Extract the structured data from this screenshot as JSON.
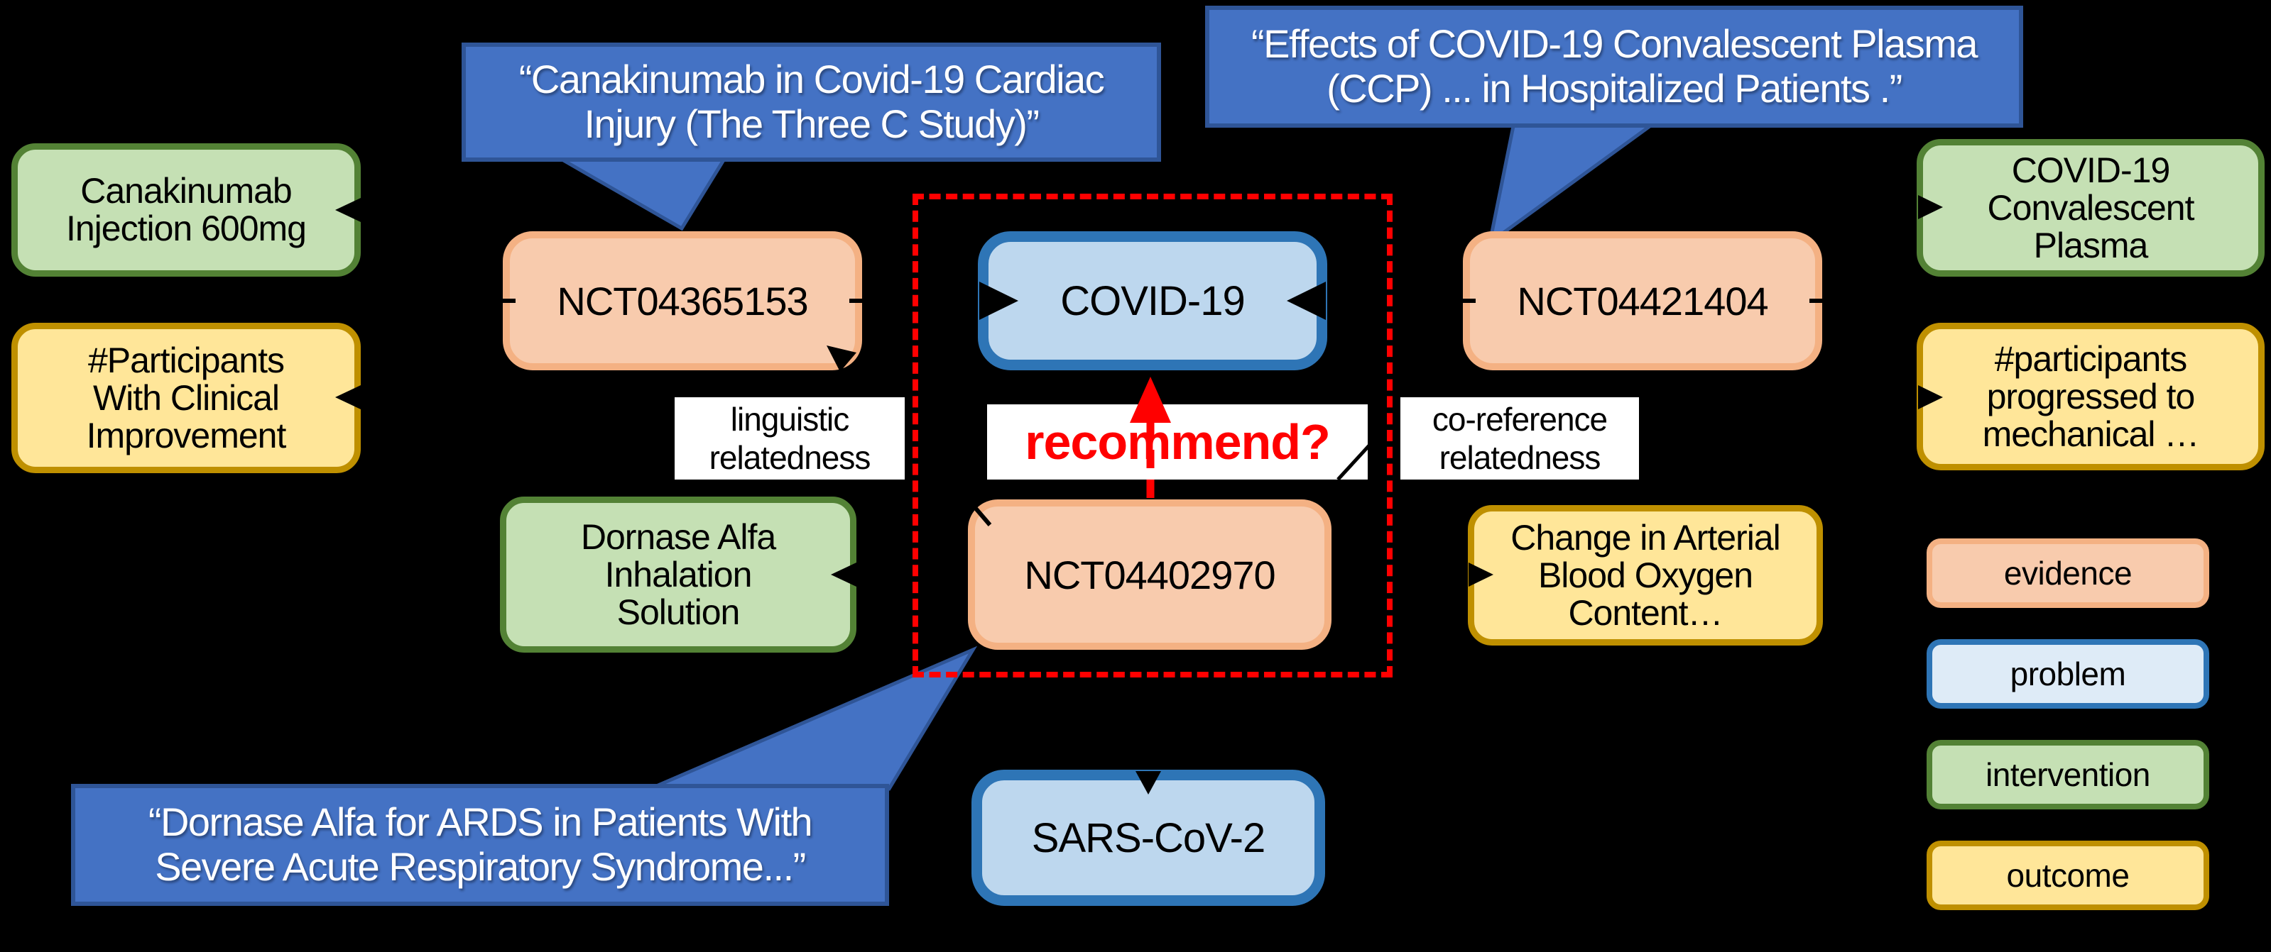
{
  "figure": {
    "description": "Knowledge-graph figure linking clinical-trial evidence nodes to problem, intervention and outcome entities",
    "background_color": "#000000"
  },
  "colors": {
    "callout_fill": "#4472C4",
    "callout_border": "#2F5597",
    "callout_text": "#FFFFFF",
    "evidence_fill": "#F8CBAD",
    "evidence_border": "#F4B183",
    "problem_fill": "#BDD7EE",
    "problem_fill_light": "#DEEBF7",
    "problem_border": "#2E75B6",
    "intervention_fill": "#C5E0B4",
    "intervention_border": "#538235",
    "outcome_fill": "#FFE699",
    "outcome_border": "#BF9000",
    "relation_label_bg": "#FFFFFF",
    "highlight_red": "#FF0000",
    "connector_black": "#000000"
  },
  "callouts": {
    "three_c": {
      "text": "“Canakinumab in Covid-19 Cardiac\nInjury (The Three C Study)”"
    },
    "ccp": {
      "text": "“Effects of COVID-19 Convalescent Plasma\n(CCP) ... in Hospitalized Patients .”"
    },
    "dornase": {
      "text": "“Dornase Alfa for ARDS in Patients With\nSevere Acute Respiratory Syndrome...”"
    }
  },
  "nodes": {
    "nct04365153": {
      "label": "NCT04365153",
      "type": "evidence"
    },
    "covid19": {
      "label": "COVID-19",
      "type": "problem"
    },
    "nct04421404": {
      "label": "NCT04421404",
      "type": "evidence"
    },
    "nct04402970": {
      "label": "NCT04402970",
      "type": "evidence"
    },
    "sars_cov_2": {
      "label": "SARS-CoV-2",
      "type": "problem"
    }
  },
  "entities": {
    "canakinumab": {
      "label": "Canakinumab\nInjection 600mg",
      "type": "intervention"
    },
    "participants_improvement": {
      "label": "#Participants\nWith Clinical\nImprovement",
      "type": "outcome"
    },
    "dornase_alfa": {
      "label": "Dornase Alfa\nInhalation\nSolution",
      "type": "intervention"
    },
    "ccp_plasma": {
      "label": "COVID-19\nConvalescent\nPlasma",
      "type": "intervention"
    },
    "participants_mechanical": {
      "label": "#participants\nprogressed to\nmechanical …",
      "type": "outcome"
    },
    "arterial_oxygen": {
      "label": "Change in Arterial\nBlood Oxygen\nContent…",
      "type": "outcome"
    }
  },
  "edge_labels": {
    "linguistic": "linguistic\nrelatedness",
    "coreference": "co-reference\nrelatedness",
    "recommend": "recommend?"
  },
  "legend": {
    "items": [
      {
        "label": "evidence",
        "type": "evidence"
      },
      {
        "label": "problem",
        "type": "problem"
      },
      {
        "label": "intervention",
        "type": "intervention"
      },
      {
        "label": "outcome",
        "type": "outcome"
      }
    ]
  }
}
